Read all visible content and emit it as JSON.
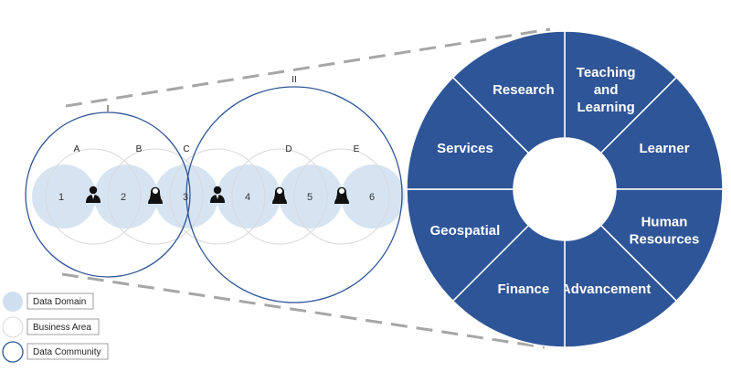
{
  "communities": [
    {
      "label": "I"
    },
    {
      "label": "II"
    }
  ],
  "business_areas": [
    {
      "label": "A"
    },
    {
      "label": "B"
    },
    {
      "label": "C"
    },
    {
      "label": "D"
    },
    {
      "label": "E"
    }
  ],
  "domains": [
    {
      "label": "1"
    },
    {
      "label": "2"
    },
    {
      "label": "3"
    },
    {
      "label": "4"
    },
    {
      "label": "5"
    },
    {
      "label": "6"
    }
  ],
  "people_icons": [
    "male-person-icon",
    "female-person-icon",
    "male-person-icon",
    "female-person-icon",
    "female-person-icon"
  ],
  "wheel": {
    "segments": [
      {
        "lines": [
          "Teaching",
          "and",
          "Learning"
        ]
      },
      {
        "lines": [
          "Learner"
        ]
      },
      {
        "lines": [
          "Human",
          "Resources"
        ]
      },
      {
        "lines": [
          "Advancement"
        ]
      },
      {
        "lines": [
          "Finance"
        ]
      },
      {
        "lines": [
          "Geospatial"
        ]
      },
      {
        "lines": [
          "Services"
        ]
      },
      {
        "lines": [
          "Research"
        ]
      }
    ]
  },
  "legend": {
    "data_domain": "Data Domain",
    "business_area": "Business Area",
    "data_community": "Data Community"
  },
  "colors": {
    "domain_fill": "#cfdff0",
    "business_stroke": "#d9d9d9",
    "community_stroke": "#2e5597",
    "wheel_fill": "#2e5597",
    "dash": "#a6a6a6"
  }
}
